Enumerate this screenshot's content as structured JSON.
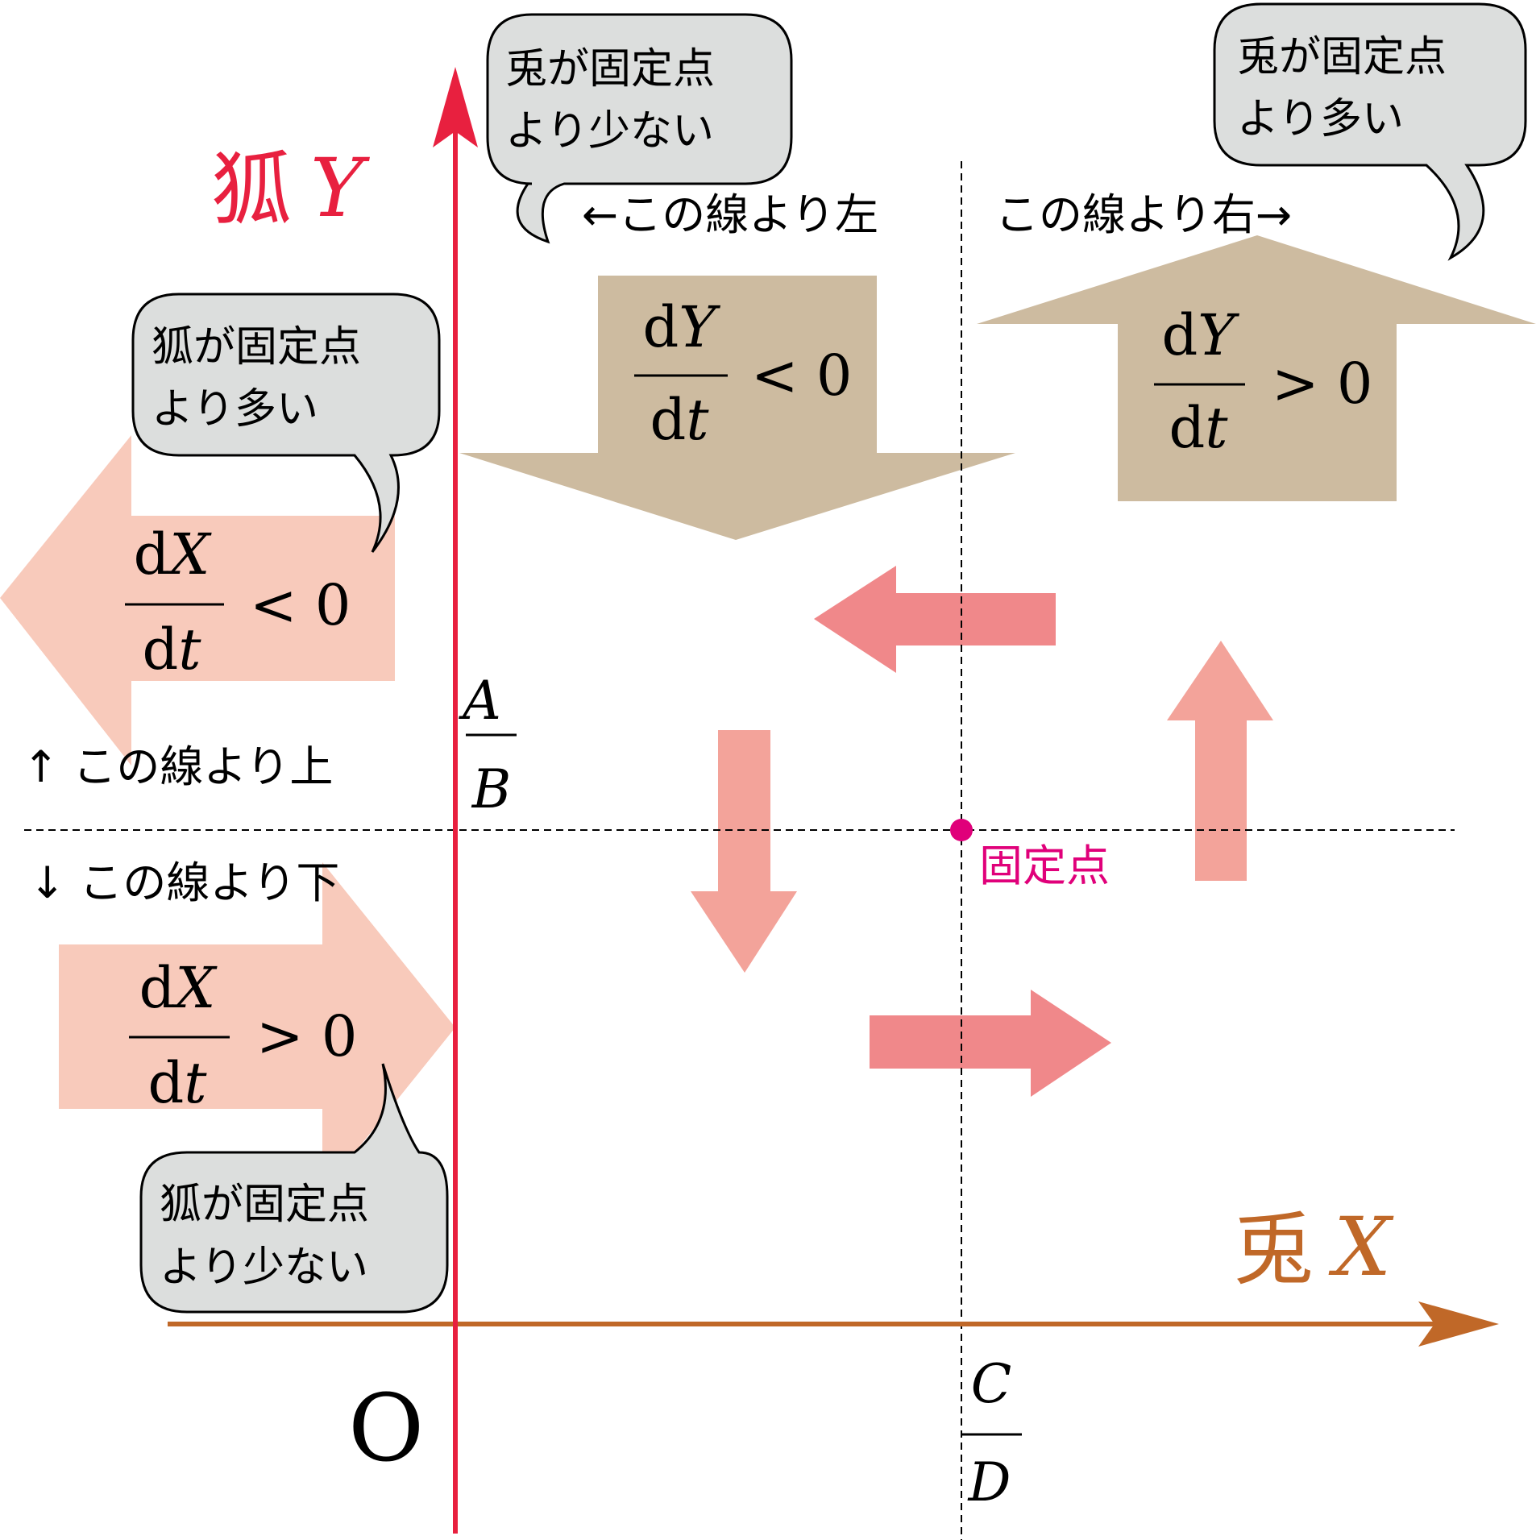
{
  "axes": {
    "y_axis": {
      "label_kanji": "狐",
      "label_var": "Y"
    },
    "x_axis": {
      "label_kanji": "兎",
      "label_var": "X"
    },
    "origin": "O"
  },
  "fixed_point": {
    "label": "固定点"
  },
  "fractions": {
    "y_star": {
      "num": "A",
      "den": "B"
    },
    "x_star": {
      "num": "C",
      "den": "D"
    }
  },
  "line_labels": {
    "left": "←この線より左",
    "right": "この線より右→",
    "above": "↑ この線より上",
    "below": "↓ この線より下"
  },
  "callouts": {
    "rabbit_less": [
      "兎が固定点",
      "より少ない"
    ],
    "rabbit_more": [
      "兎が固定点",
      "より多い"
    ],
    "fox_more": [
      "狐が固定点",
      "より多い"
    ],
    "fox_less": [
      "狐が固定点",
      "より少ない"
    ]
  },
  "derivative_arrows": {
    "dy_neg": {
      "num_d": "d",
      "num_var": "Y",
      "den": "d",
      "den_var": "t",
      "rel": "< 0"
    },
    "dy_pos": {
      "num_d": "d",
      "num_var": "Y",
      "den": "d",
      "den_var": "t",
      "rel": "> 0"
    },
    "dx_neg": {
      "num_d": "d",
      "num_var": "X",
      "den": "d",
      "den_var": "t",
      "rel": "< 0"
    },
    "dx_pos": {
      "num_d": "d",
      "num_var": "X",
      "den": "d",
      "den_var": "t",
      "rel": "> 0"
    }
  },
  "colors": {
    "fox_axis": "#e8203f",
    "rabbit_axis": "#c06828",
    "dy_arrow": "#cdbba0",
    "dx_arrow": "#f8cabb",
    "flow_arrow": "#f0888a",
    "flow_arrow_light": "#f3a39a",
    "callout_fill": "#dcdedd",
    "fixed_point": "#e0007a"
  }
}
